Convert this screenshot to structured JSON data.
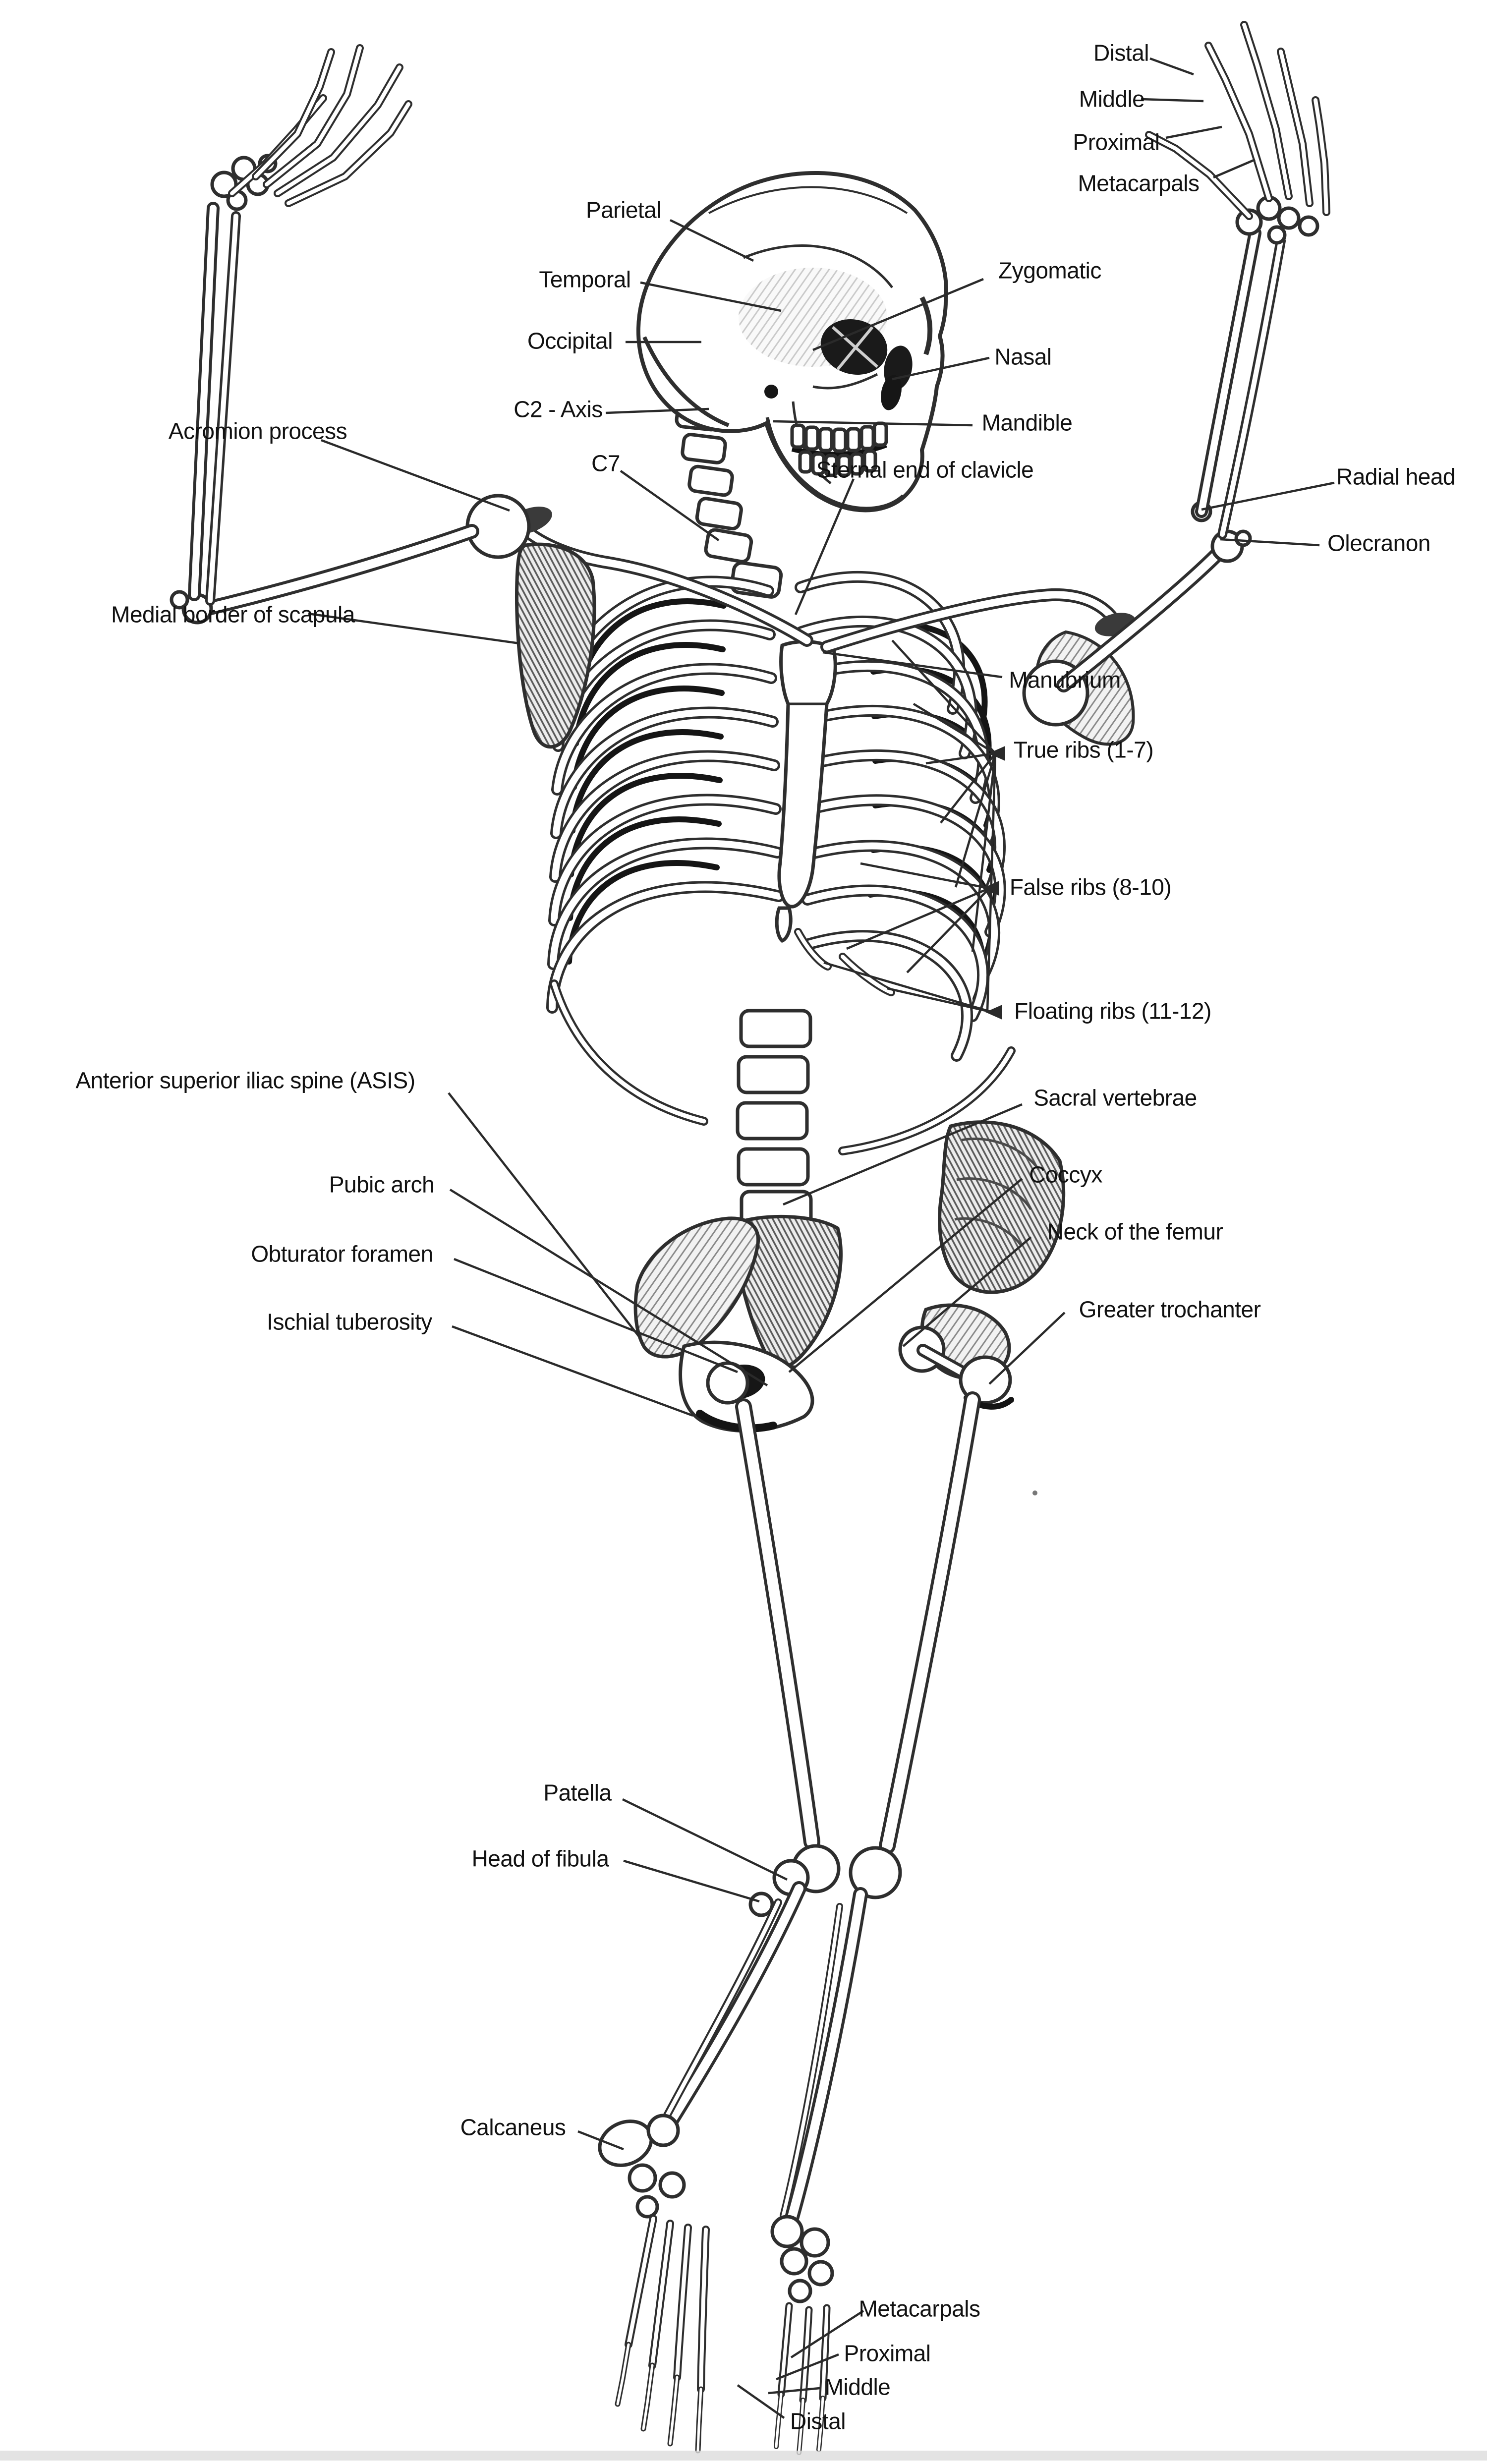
{
  "figure": {
    "kind": "labeled anatomical diagram",
    "subject": "human skeleton, three-quarter view, arms raised, legs crossed"
  },
  "colors": {
    "background": "#ffffff",
    "ink": "#2e2e2e",
    "label_text": "#111111",
    "dark_fill": "#161616",
    "shade": "#8a8a8a",
    "footer_strip": "#dcdcdc"
  },
  "labels": [
    {
      "id": "distal-phalanges-hand",
      "text": "Distal"
    },
    {
      "id": "middle-phalanges-hand",
      "text": "Middle"
    },
    {
      "id": "proximal-phalanges-hand",
      "text": "Proximal"
    },
    {
      "id": "metacarpals-hand",
      "text": "Metacarpals"
    },
    {
      "id": "parietal",
      "text": "Parietal"
    },
    {
      "id": "temporal",
      "text": "Temporal"
    },
    {
      "id": "occipital",
      "text": "Occipital"
    },
    {
      "id": "c2-axis",
      "text": "C2 - Axis"
    },
    {
      "id": "c7",
      "text": "C7"
    },
    {
      "id": "zygomatic",
      "text": "Zygomatic"
    },
    {
      "id": "nasal",
      "text": "Nasal"
    },
    {
      "id": "mandible",
      "text": "Mandible"
    },
    {
      "id": "sternal-end-of-clavicle",
      "text": "Sternal end of clavicle"
    },
    {
      "id": "acromion-process",
      "text": "Acromion process"
    },
    {
      "id": "radial-head",
      "text": "Radial head"
    },
    {
      "id": "olecranon",
      "text": "Olecranon"
    },
    {
      "id": "medial-border-of-scapula",
      "text": "Medial border of scapula"
    },
    {
      "id": "manubrium",
      "text": "Manubrium"
    },
    {
      "id": "true-ribs",
      "text": "True ribs (1-7)"
    },
    {
      "id": "false-ribs",
      "text": "False ribs (8-10)"
    },
    {
      "id": "floating-ribs",
      "text": "Floating ribs (11-12)"
    },
    {
      "id": "asis",
      "text": "Anterior superior iliac spine (ASIS)"
    },
    {
      "id": "sacral-vertebrae",
      "text": "Sacral vertebrae"
    },
    {
      "id": "coccyx",
      "text": "Coccyx"
    },
    {
      "id": "pubic-arch",
      "text": "Pubic arch"
    },
    {
      "id": "neck-of-femur",
      "text": "Neck of the femur"
    },
    {
      "id": "obturator-foramen",
      "text": "Obturator foramen"
    },
    {
      "id": "ischial-tuberosity",
      "text": "Ischial tuberosity"
    },
    {
      "id": "greater-trochanter",
      "text": "Greater trochanter"
    },
    {
      "id": "patella",
      "text": "Patella"
    },
    {
      "id": "head-of-fibula",
      "text": "Head of fibula"
    },
    {
      "id": "calcaneus",
      "text": "Calcaneus"
    },
    {
      "id": "metacarpals-foot",
      "text": "Metacarpals"
    },
    {
      "id": "proximal-phalanges-foot",
      "text": "Proximal"
    },
    {
      "id": "middle-phalanges-foot",
      "text": "Middle"
    },
    {
      "id": "distal-phalanges-foot",
      "text": "Distal"
    }
  ]
}
